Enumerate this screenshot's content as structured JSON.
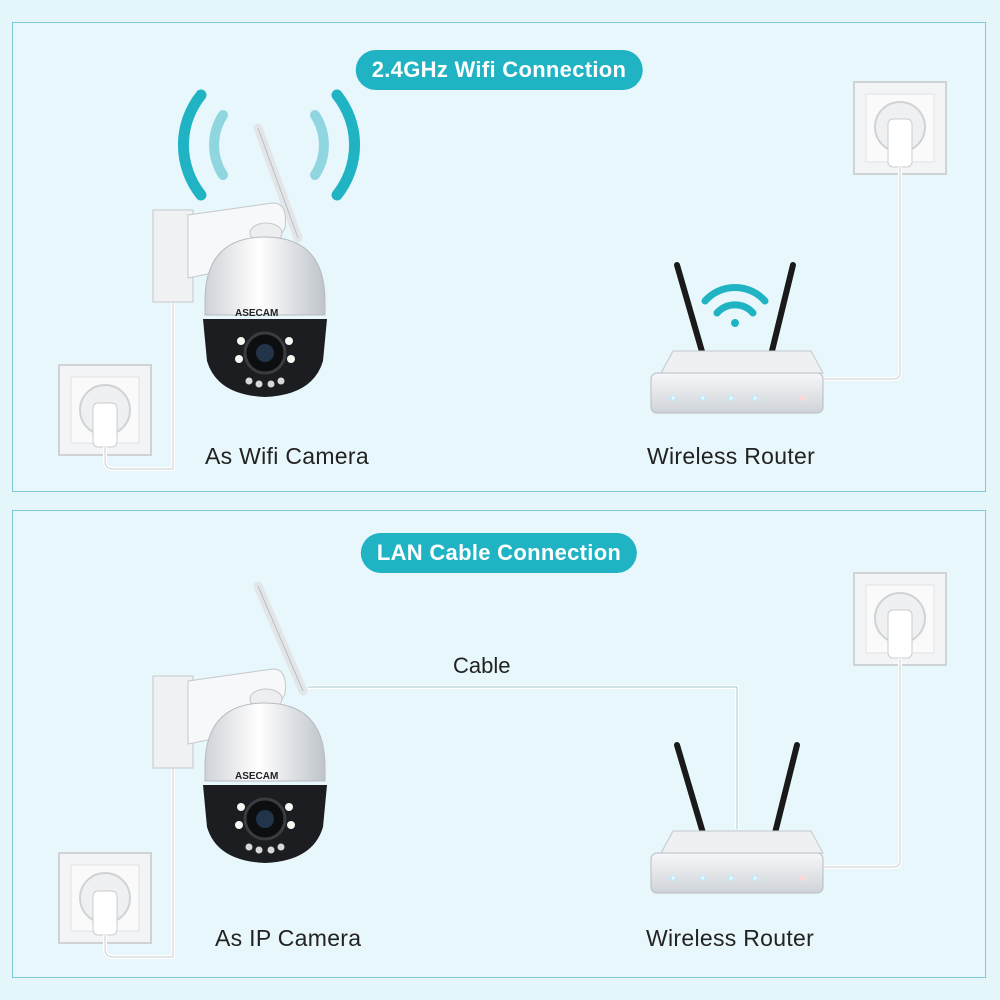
{
  "wifi_section": {
    "title": "2.4GHz Wifi Connection",
    "camera_caption": "As Wifi Camera",
    "router_caption": "Wireless Router",
    "camera_brand": "ASECAM"
  },
  "lan_section": {
    "title": "LAN Cable Connection",
    "cable_label": "Cable",
    "camera_caption": "As IP Camera",
    "router_caption": "Wireless Router",
    "camera_brand": "ASECAM"
  },
  "colors": {
    "accent": "#1fb3c4",
    "panel_border": "#7dc7d6",
    "background": "#e5f6fa"
  },
  "icons": [
    "wifi-signal-icon",
    "power-outlet-icon",
    "ptz-camera-icon",
    "router-icon"
  ]
}
